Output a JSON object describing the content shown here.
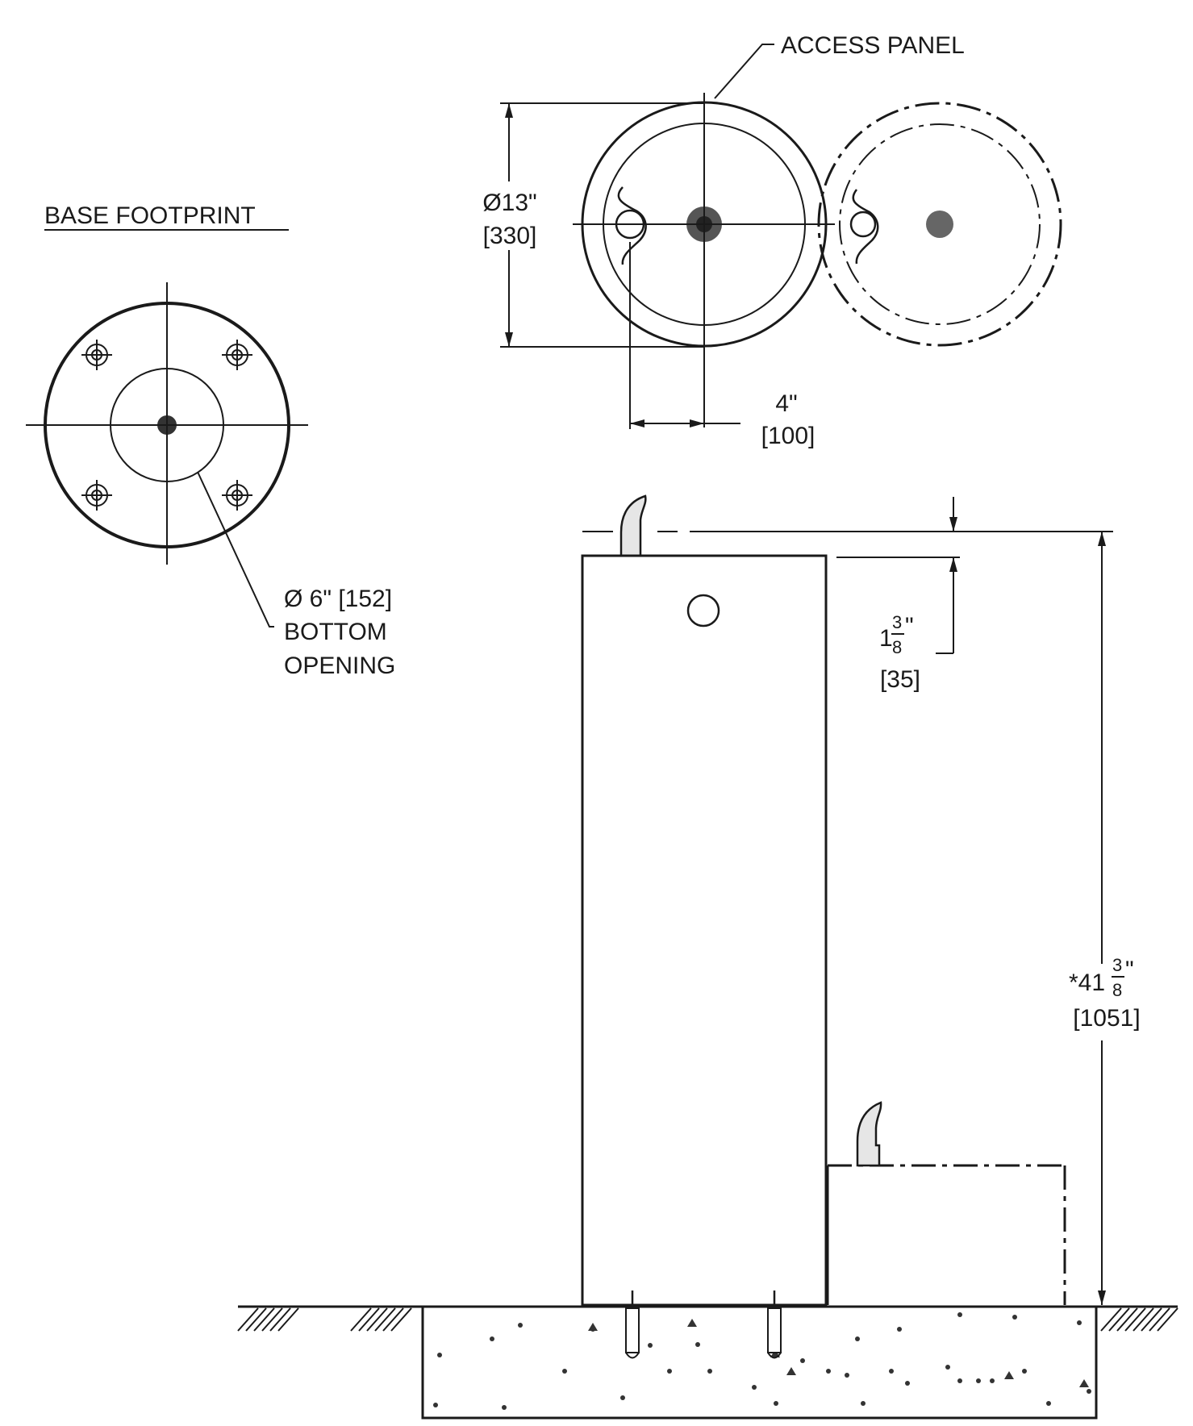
{
  "drawing": {
    "base_footprint": {
      "title": "BASE FOOTPRINT",
      "callout_line1": "Ø 6\" [152]",
      "callout_line2": "BOTTOM",
      "callout_line3": "OPENING"
    },
    "top_view": {
      "access_panel": "ACCESS PANEL",
      "diameter_in": "Ø13\"",
      "diameter_mm": "[330]",
      "offset_in": "4\"",
      "offset_mm": "[100]"
    },
    "elevation": {
      "top_offset_whole": "1",
      "top_offset_num": "3",
      "top_offset_den": "8",
      "top_offset_unit": "\"",
      "top_offset_mm": "[35]",
      "height_whole": "*41",
      "height_num": "3",
      "height_den": "8",
      "height_unit": "\"",
      "height_mm": "[1051]"
    }
  }
}
